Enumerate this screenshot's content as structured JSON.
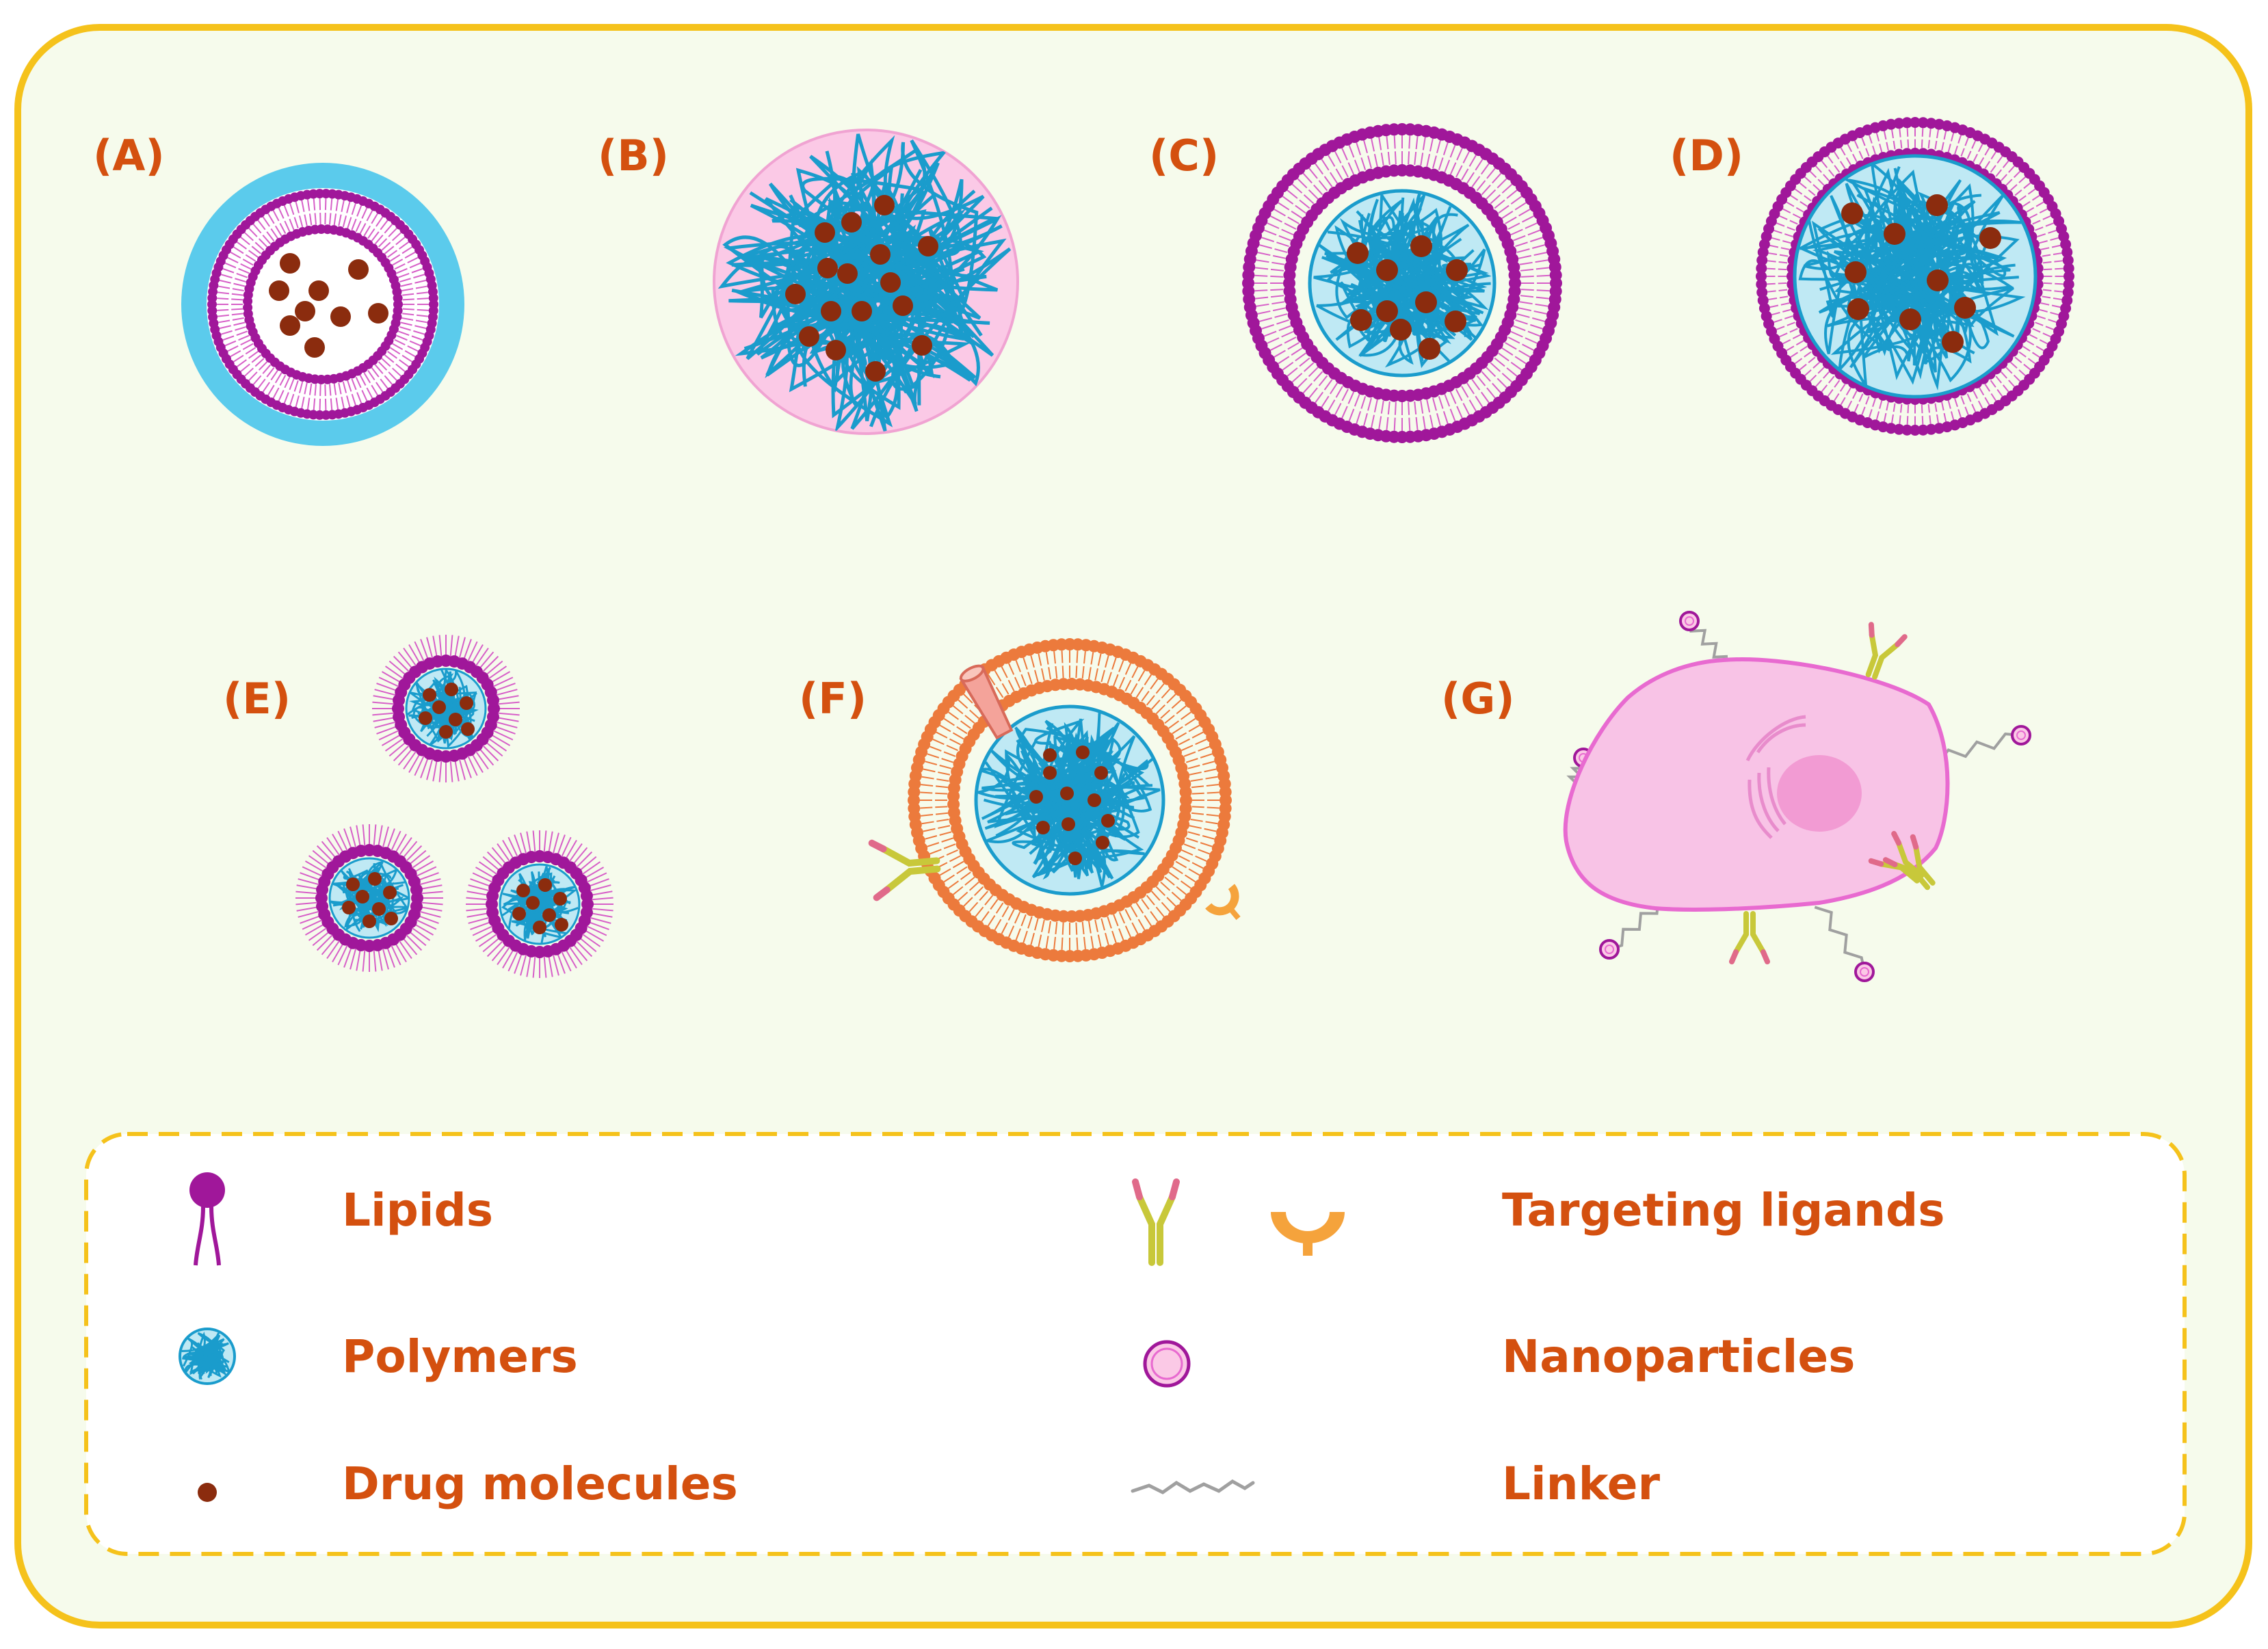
{
  "panels": {
    "a": "(A)",
    "b": "(B)",
    "c": "(C)",
    "d": "(D)",
    "e": "(E)",
    "f": "(F)",
    "g": "(G)"
  },
  "legend": {
    "lipids": "Lipids",
    "polymers": "Polymers",
    "drug_molecules": "Drug molecules",
    "targeting_ligands": "Targeting ligands",
    "nanoparticles": "Nanoparticles",
    "linker": "Linker"
  },
  "colors": {
    "frame_border": "#f5c21b",
    "background": "#f6fbec",
    "label": "#d4500f",
    "lipid_head": "#a0179a",
    "lipid_tail": "#d760c8",
    "polymer": "#1a9ccc",
    "polymer_fill": "#bfe9f4",
    "drug": "#8b2c0e",
    "coat": "#5bcbec",
    "pink_particle": "#fbc9e6",
    "orange_lipid": "#ec7a3c",
    "antibody_stem": "#c8c83a",
    "antibody_tip": "#e06a8a",
    "ligand_cup": "#f5a33c",
    "cell": "#f8c3e6",
    "cell_border": "#e86ad0",
    "nucleus": "#f29bd3",
    "linker": "#a0a0a0"
  }
}
